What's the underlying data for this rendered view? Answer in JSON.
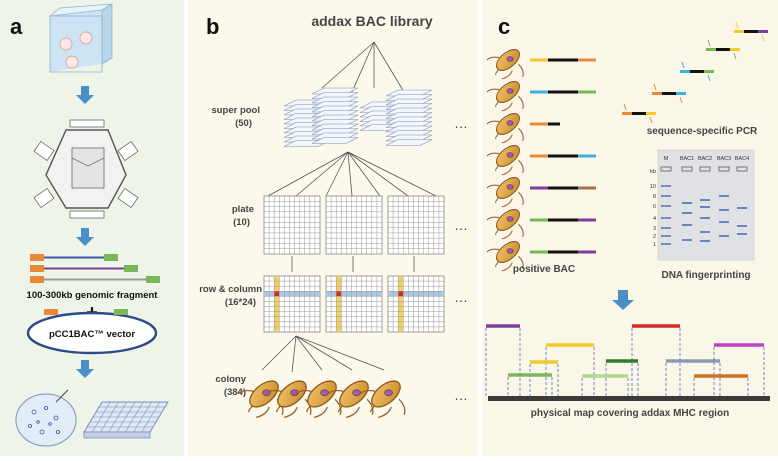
{
  "panels": {
    "a": {
      "label": "a",
      "fragment_text": "100-300kb genomic fragment",
      "plus": "+",
      "vector_text": "pCC1BAC™ vector",
      "background": "#eff4e8"
    },
    "b": {
      "label": "b",
      "title": "addax BAC library",
      "levels": [
        {
          "name": "super pool",
          "count": "(50)"
        },
        {
          "name": "plate",
          "count": "(10)"
        },
        {
          "name": "row & column",
          "count": "(16*24)"
        },
        {
          "name": "colony",
          "count": "(384)"
        }
      ],
      "ellipsis": "…",
      "background": "#fdf8ec"
    },
    "c": {
      "label": "c",
      "positive_bac": "positive BAC",
      "pcr_label": "sequence-specific PCR",
      "fingerprint_label": "DNA fingerprinting",
      "gel_lanes": [
        "M",
        "BAC1",
        "BAC2",
        "BAC3",
        "BAC4"
      ],
      "gel_unit": "kb",
      "gel_ticks": [
        "10",
        "8",
        "6",
        "4",
        "3",
        "2",
        "1"
      ],
      "map_label": "physical map covering addax MHC region",
      "background": "#fbf7e8"
    }
  },
  "colors": {
    "arrow": "#4a90c8",
    "orange": "#e8893a",
    "green": "#7db55a",
    "blue": "#3ab0e0",
    "purple": "#7a3f98",
    "yellow": "#f3c92b",
    "highlight_red": "#d42a2a",
    "row_highlight": "#a8c8e0",
    "col_highlight": "#f3d060"
  }
}
